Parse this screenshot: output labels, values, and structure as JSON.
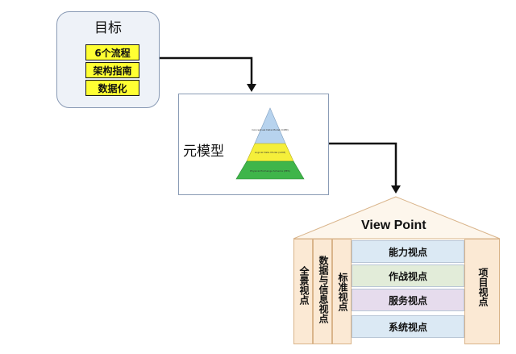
{
  "goal": {
    "title": "目标",
    "items": [
      "6个流程",
      "架构指南",
      "数据化"
    ]
  },
  "meta_model": {
    "title": "元模型",
    "pyramid": {
      "top": "Conceptual Data Model (CDM)",
      "middle": "Logical Data Model (LDM)",
      "bottom": "Physical Exchange Schema (PES)"
    }
  },
  "view_point": {
    "title": "View Point",
    "left_columns": [
      "全景视点",
      "数据与信息视点",
      "标准视点"
    ],
    "rows": [
      "能力视点",
      "作战视点",
      "服务视点",
      "系统视点"
    ],
    "right_column": "项目视点",
    "colors": {
      "column_fill": "#fbe9d4",
      "row_fills": [
        "#dbe9f4",
        "#e2ecd9",
        "#e6dced",
        "#dbe9f4"
      ]
    }
  },
  "colors": {
    "goal_item_fill": "#ffff33",
    "pyramid_top": "#b7d3ee",
    "pyramid_middle": "#f5ef3a",
    "pyramid_bottom": "#3fb54a"
  }
}
